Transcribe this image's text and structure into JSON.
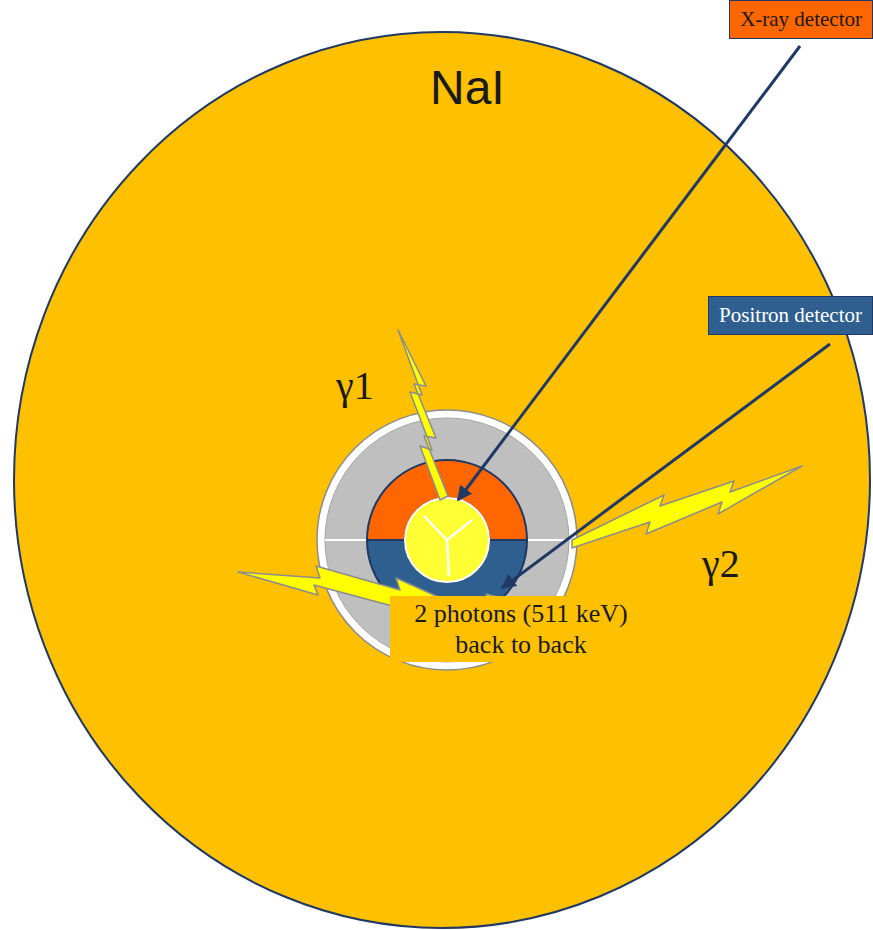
{
  "diagram": {
    "nodes": [
      {
        "text": [
          "NaI"
        ]
      },
      {
        "text": [
          "X-ray detector"
        ]
      },
      {
        "text": [
          "Positron detector"
        ]
      }
    ],
    "labels": [
      "γ1",
      "γ2",
      "2 photons (511 keV) back to back"
    ]
  }
}
